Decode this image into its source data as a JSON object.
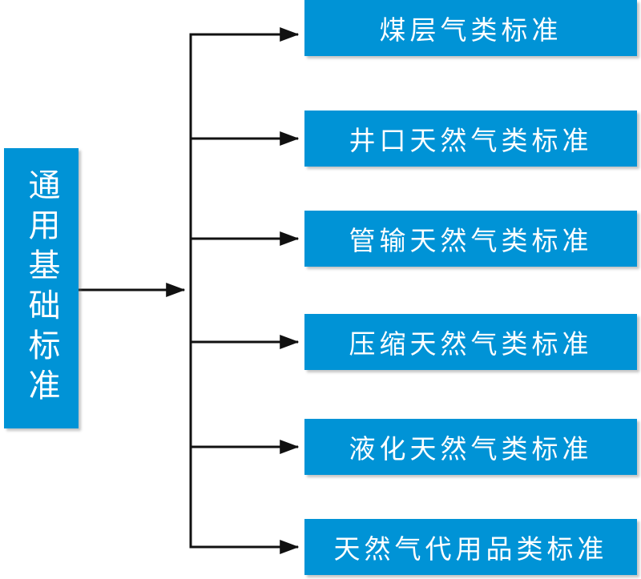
{
  "diagram": {
    "root": {
      "label": "通用基础标准"
    },
    "children": [
      {
        "label": "井口天然气类标准"
      },
      {
        "label": "管输天然气类标准"
      },
      {
        "label": "压缩天然气类标准"
      },
      {
        "label": "液化天然气类标准"
      },
      {
        "label": "天然气代用品类标准"
      },
      {
        "label": "煤层气类标准"
      }
    ]
  },
  "colors": {
    "node_fill": "#0093d6",
    "node_text": "#ffffff",
    "connector": "#111111",
    "background": "#ffffff"
  }
}
